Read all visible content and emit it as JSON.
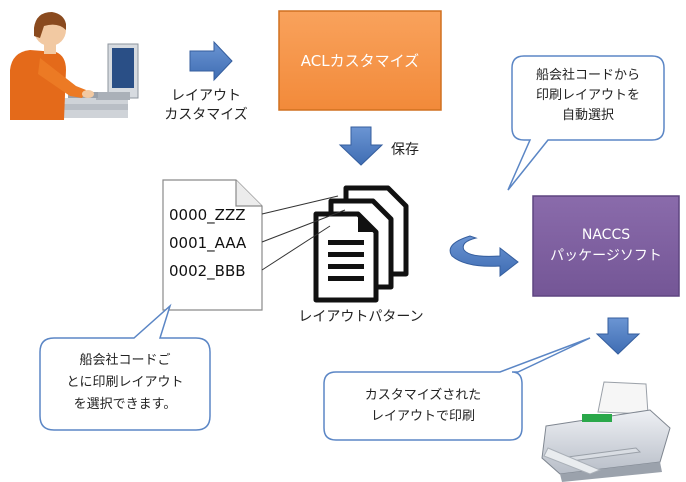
{
  "diagram": {
    "customize_label": "レイアウト\nカスタマイズ",
    "acl_box": "ACLカスタマイズ",
    "save_label": "保存",
    "patterns": [
      "0000_ZZZ",
      "0001_AAA",
      "0002_BBB"
    ],
    "layout_pattern_label": "レイアウトパターン",
    "naccs_box": "NACCS\nパッケージソフト",
    "callout_top_right": "船会社コードから\n印刷レイアウトを\n自動選択",
    "callout_left": "船会社コードご\nとに印刷レイアウト\nを選択できます。",
    "callout_bottom": "カスタマイズされた\nレイアウトで印刷"
  },
  "colors": {
    "acl_box": "#f79646",
    "naccs_box": "#7f60a0",
    "arrow": "#4f7fc0",
    "callout_border": "#5b86c5"
  },
  "icons": [
    "person-at-computer-icon",
    "document-icon",
    "stacked-pages-icon",
    "printer-icon"
  ]
}
